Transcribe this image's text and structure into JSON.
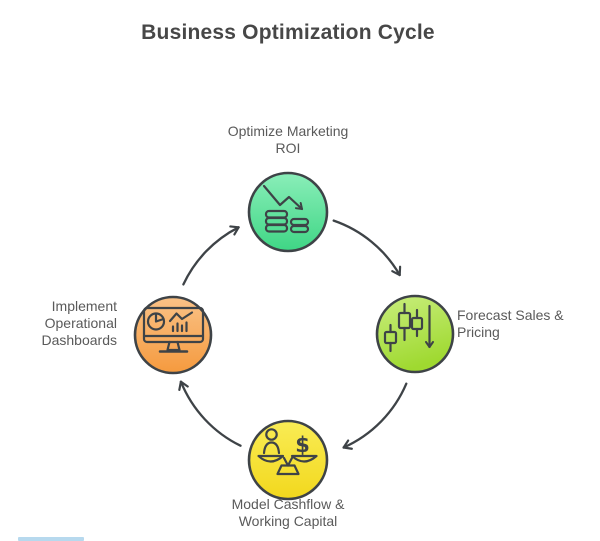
{
  "title": "Business Optimization Cycle",
  "diagram": {
    "type": "cycle",
    "direction": "clockwise",
    "stroke_color": "#3e4347",
    "dollar_glyph": "$",
    "nodes": [
      {
        "id": "optimize-marketing-roi",
        "position": "top",
        "label": "Optimize Marketing\nROI",
        "icon": "declining-profit-chart-coins-icon",
        "color_top": "#8aeeb9",
        "color_bottom": "#3fd685"
      },
      {
        "id": "forecast-sales-pricing",
        "position": "right",
        "label": "Forecast Sales &\nPricing",
        "icon": "candlestick-chart-down-arrow-icon",
        "color_top": "#c9ee7e",
        "color_bottom": "#9fd930"
      },
      {
        "id": "model-cashflow-working-capital",
        "position": "bottom",
        "label": "Model Cashflow &\nWorking Capital",
        "icon": "balance-scale-person-dollar-icon",
        "color_top": "#f9ec55",
        "color_bottom": "#f2d81d"
      },
      {
        "id": "implement-operational-dashboards",
        "position": "left",
        "label": "Implement\nOperational\nDashboards",
        "icon": "dashboard-monitor-icon",
        "color_top": "#fac287",
        "color_bottom": "#f59a3e"
      }
    ]
  },
  "decor": {
    "bottom_left_strip_color": "#b7d9ee"
  }
}
